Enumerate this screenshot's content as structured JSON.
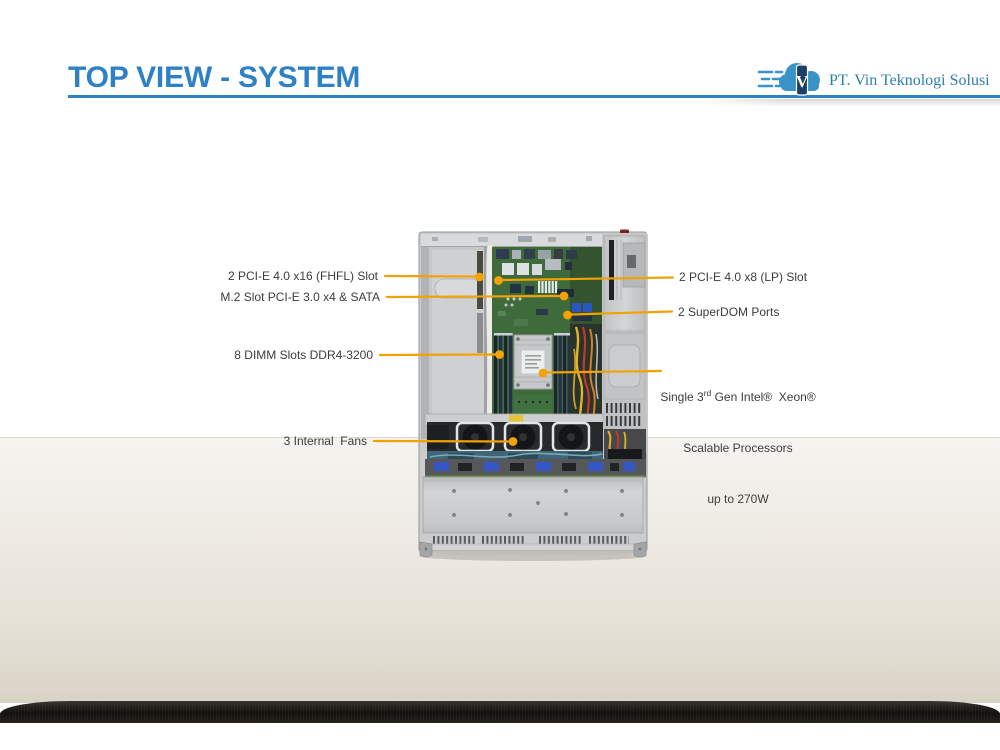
{
  "header": {
    "title": "TOP VIEW - SYSTEM",
    "logo_company": "PT. Vin Teknologi Solusi",
    "logo_monogram": "V"
  },
  "callouts": {
    "pcie_x16": {
      "label": "2 PCI-E 4.0 x16 (FHFL) Slot"
    },
    "m2": {
      "label": "M.2 Slot PCI-E 3.0 x4 & SATA"
    },
    "dimm": {
      "label": "8 DIMM Slots DDR4-3200"
    },
    "fans": {
      "label": "3 Internal  Fans"
    },
    "pcie_x8": {
      "label": "2 PCI-E 4.0 x8 (LP) Slot"
    },
    "superdom": {
      "label": "2 SuperDOM Ports"
    },
    "cpu": {
      "line1_prefix": "Single 3",
      "line1_sup": "rd",
      "line1_suffix": " Gen Intel®  Xeon®",
      "line2": "Scalable Processors",
      "line3": "up to 270W"
    }
  },
  "colors": {
    "title_blue": "#2E81C4",
    "callout_amber": "#F2A202",
    "label_text": "#3C3C3C",
    "logo_cloud_blue": "#3A93C8",
    "logo_text_blue": "#2C80AA",
    "surface_beige": "#E7E2D8",
    "bottom_bar_dark": "#12100D"
  }
}
